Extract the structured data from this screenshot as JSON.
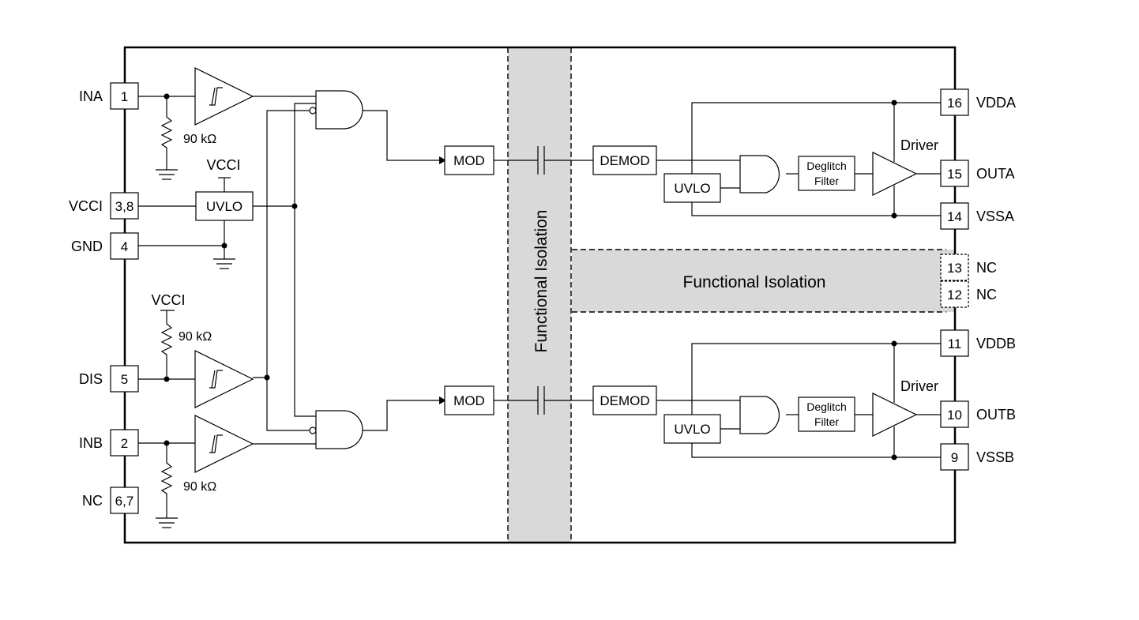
{
  "left_pins": [
    {
      "name": "INA",
      "num": "1"
    },
    {
      "name": "VCCI",
      "num": "3,8"
    },
    {
      "name": "GND",
      "num": "4"
    },
    {
      "name": "DIS",
      "num": "5"
    },
    {
      "name": "INB",
      "num": "2"
    },
    {
      "name": "NC",
      "num": "6,7"
    }
  ],
  "right_pins": [
    {
      "name": "VDDA",
      "num": "16"
    },
    {
      "name": "OUTA",
      "num": "15"
    },
    {
      "name": "VSSA",
      "num": "14"
    },
    {
      "name": "NC",
      "num": "13"
    },
    {
      "name": "NC",
      "num": "12"
    },
    {
      "name": "VDDB",
      "num": "11"
    },
    {
      "name": "OUTB",
      "num": "10"
    },
    {
      "name": "VSSB",
      "num": "9"
    }
  ],
  "resistors": {
    "ina": "90 kΩ",
    "dis": "90 kΩ",
    "inb": "90 kΩ"
  },
  "supply_labels": {
    "uvlo_vcci": "VCCI",
    "dis_pullup": "VCCI"
  },
  "blocks": {
    "uvlo_in": "UVLO",
    "mod_a": "MOD",
    "mod_b": "MOD",
    "demod_a": "DEMOD",
    "demod_b": "DEMOD",
    "uvlo_a": "UVLO",
    "uvlo_b": "UVLO",
    "deglitch_a_line1": "Deglitch",
    "deglitch_a_line2": "Filter",
    "deglitch_b_line1": "Deglitch",
    "deglitch_b_line2": "Filter",
    "driver_a": "Driver",
    "driver_b": "Driver"
  },
  "isolation": {
    "vertical": "Functional Isolation",
    "horizontal": "Functional Isolation"
  }
}
